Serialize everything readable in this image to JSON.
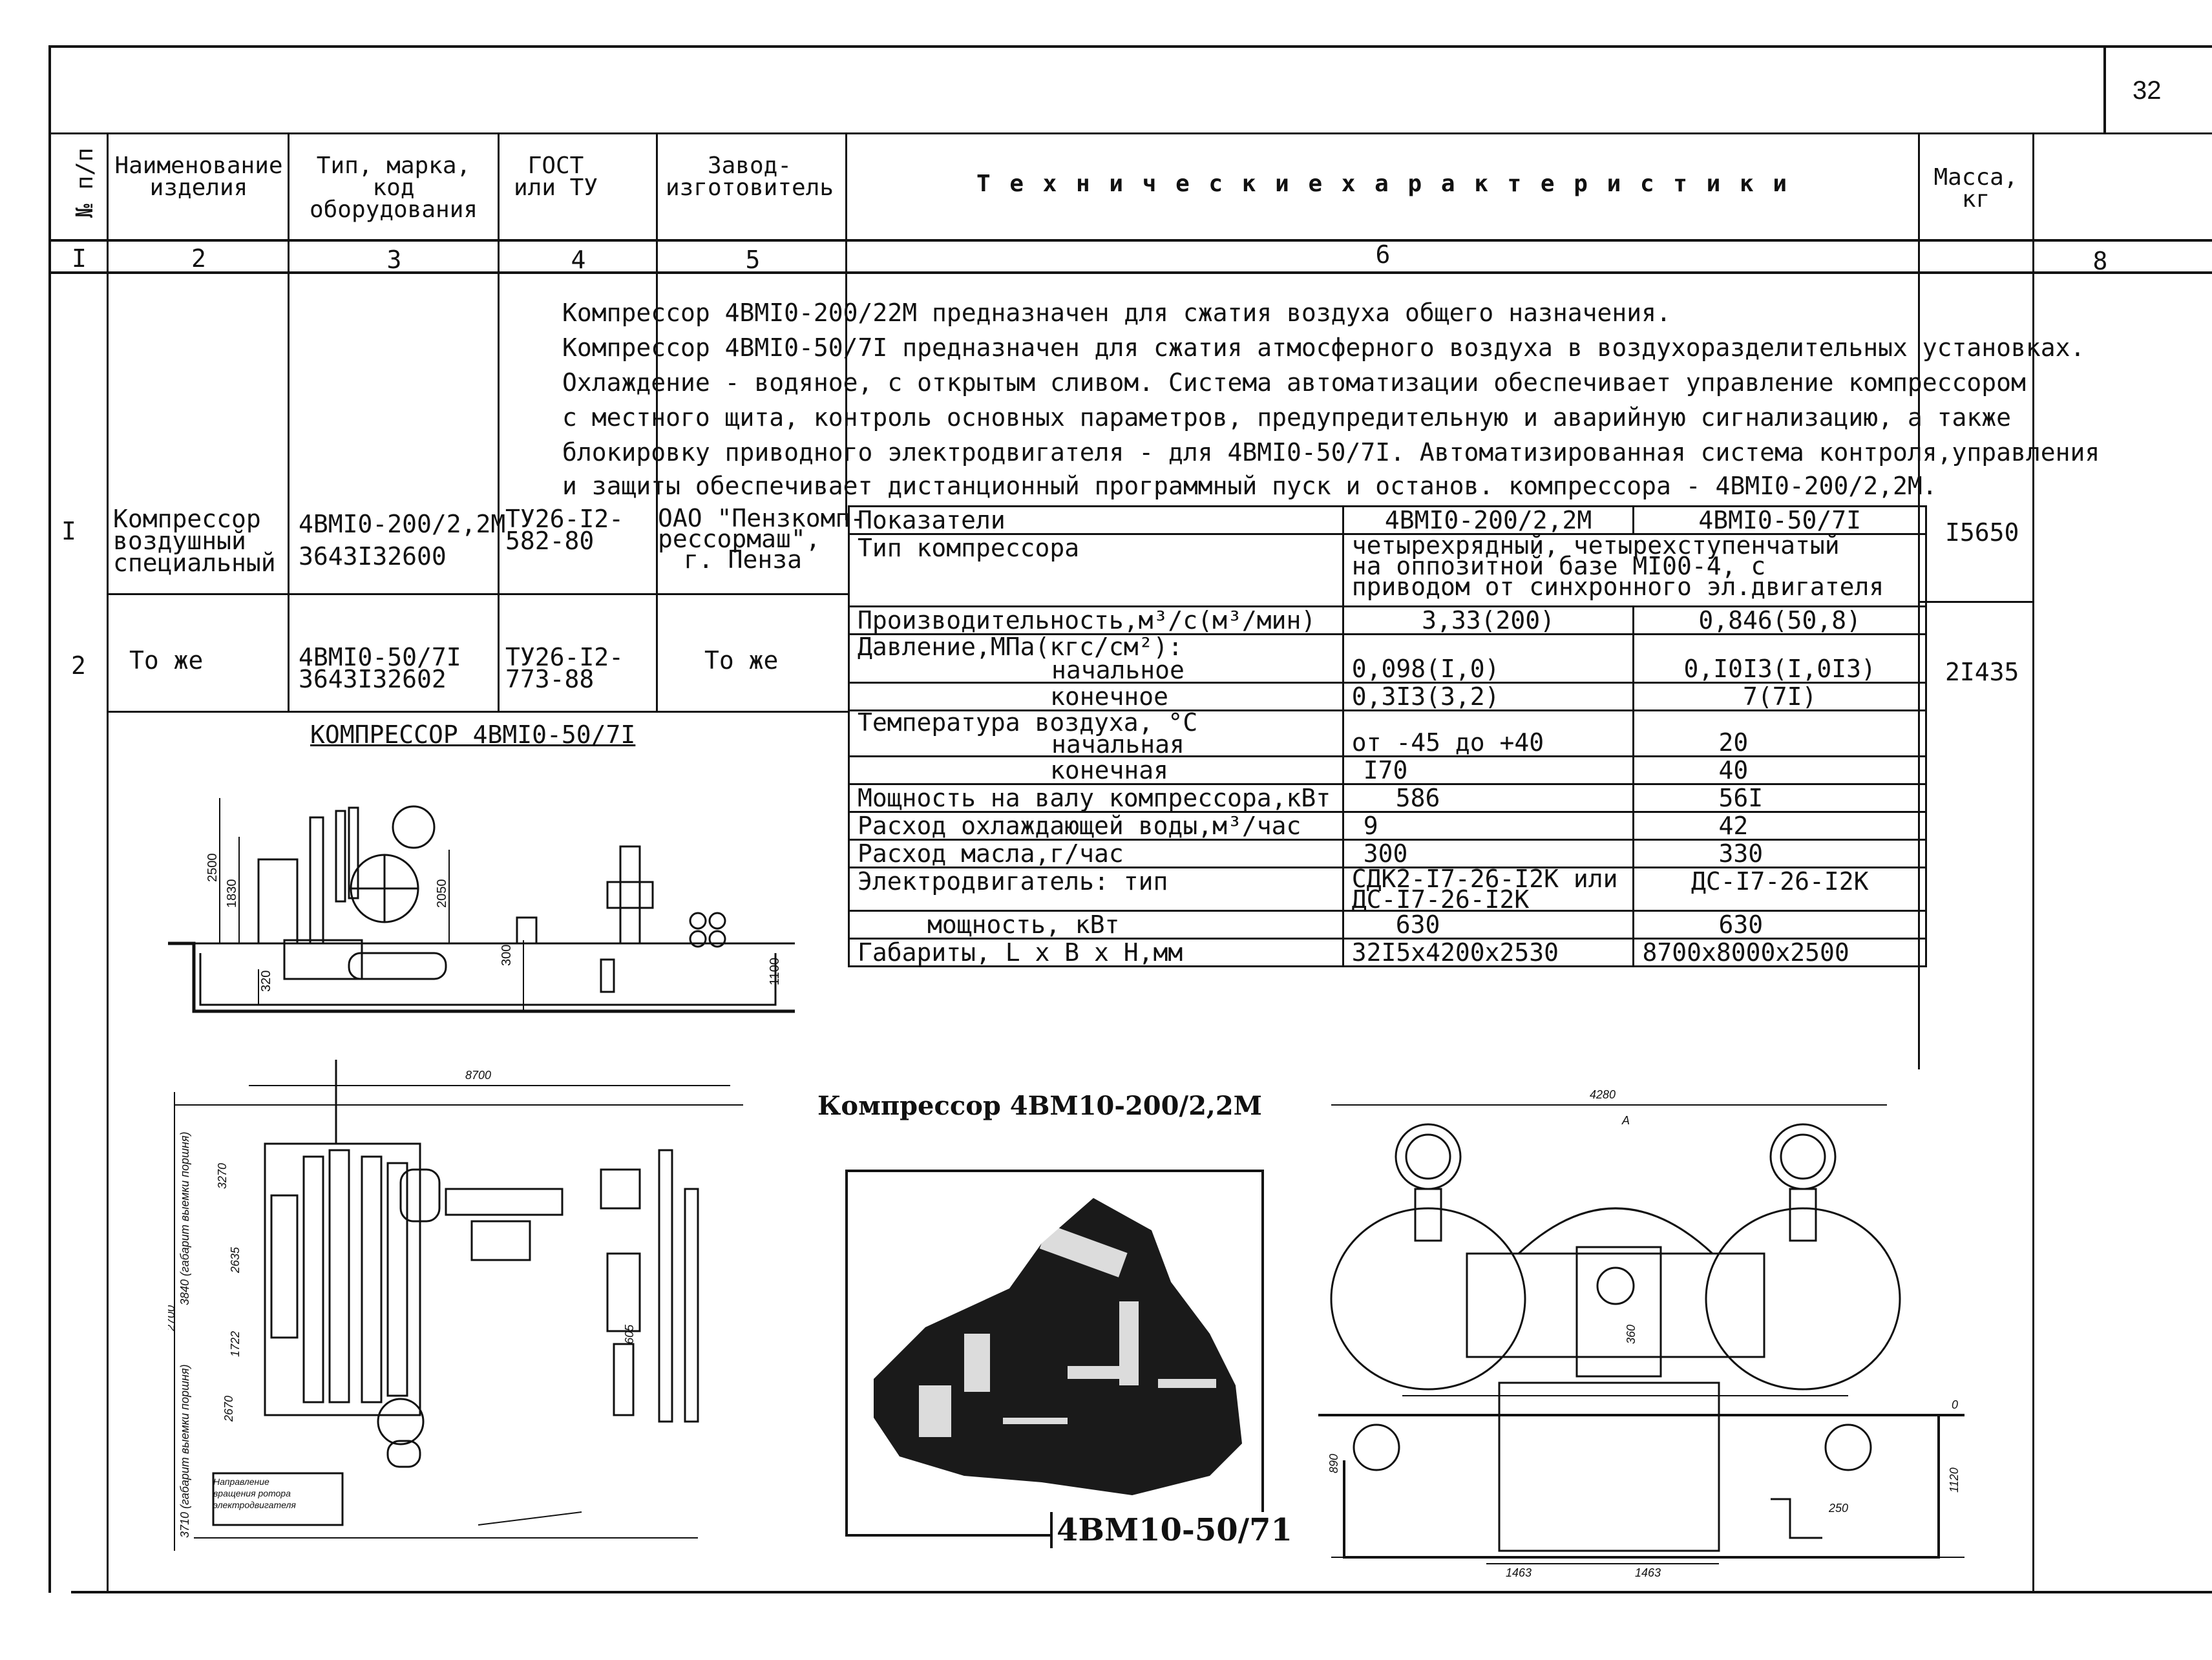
{
  "page_number": "32",
  "headers": {
    "col1": "№ п/п",
    "col2": "Наименование изделия",
    "col3": "Тип, марка, код оборудования",
    "col4": "ГОСТ или ТУ",
    "col5": "Завод- изготовитель",
    "col6": "Т е х н и ч е с к и е   х а р а к т е р и с т и к и",
    "col7": "Масса, кг"
  },
  "col_numbers": [
    "I",
    "2",
    "3",
    "4",
    "5",
    "6",
    "8"
  ],
  "description": [
    "Компрессор 4ВМI0-200/22М предназначен для сжатия воздуха общего назначения.",
    "Компрессор 4ВМI0-50/7I предназначен  для сжатия атмосферного воздуха в воздухоразделительных установках.",
    "Охлаждение - водяное, с открытым сливом. Система  автоматизации обеспечивает управление компрессором",
    "с местного щита, контроль основных параметров, предупредительную и аварийную сигнализацию, а также",
    "блокировку приводного электродвигателя - для 4ВМI0-50/7I. Автоматизированная система контроля,управления",
    "и защиты обеспечивает дистанционный программный пуск и останов. компрессора - 4ВМI0-200/2,2М."
  ],
  "rows": [
    {
      "num": "I",
      "name": [
        "Компрессор",
        "воздушный",
        "специальный"
      ],
      "type": [
        "4ВМI0-200/2,2М",
        "3643I32600"
      ],
      "gost": [
        "ТУ26-I2-",
        "582-80"
      ],
      "maker": [
        "ОАО \"Пензкомп-",
        "рессормаш\",",
        "г. Пенза"
      ],
      "mass": "I5650"
    },
    {
      "num": "2",
      "name": [
        "То же"
      ],
      "type": [
        "4ВМI0-50/7I",
        "3643I32602"
      ],
      "gost": [
        "ТУ26-I2-",
        "773-88"
      ],
      "maker": [
        "То же"
      ],
      "mass": "2I435"
    }
  ],
  "spec_table": {
    "headers": [
      "Показатели",
      "4ВМI0-200/2,2М",
      "4ВМI0-50/7I"
    ],
    "type_label": "Тип компрессора",
    "type_value": [
      "четырехрядный, четырехступенчатый",
      "на оппозитной базе МI00-4, с",
      "приводом от синхронного эл.двигателя"
    ],
    "productivity": {
      "label": "Производительность,м³/с(м³/мин)",
      "v1": "3,33(200)",
      "v2": "0,846(50,8)"
    },
    "pressure_label": "Давление,МПа(кгс/см²):",
    "pressure_initial": {
      "label": "начальное",
      "v1": "0,098(I,0)",
      "v2": "0,I0I3(I,0I3)"
    },
    "pressure_final": {
      "label": "конечное",
      "v1": "0,3I3(3,2)",
      "v2": "7(7I)"
    },
    "temp_label": "Температура воздуха, °С",
    "temp_initial": {
      "label": "начальная",
      "v1": "от -45 до +40",
      "v2": "20"
    },
    "temp_final": {
      "label": "конечная",
      "v1": "I70",
      "v2": "40"
    },
    "power_shaft": {
      "label": "Мощность на валу компрессора,кВт",
      "v1": "586",
      "v2": "56I"
    },
    "water": {
      "label": "Расход охлаждающей воды,м³/час",
      "v1": "9",
      "v2": "42"
    },
    "oil": {
      "label": "Расход масла,г/час",
      "v1": "300",
      "v2": "330"
    },
    "motor_type": {
      "label": "Электродвигатель: тип",
      "v1": [
        "СДК2-I7-26-I2К или",
        "ДС-I7-26-I2К"
      ],
      "v2": "ДС-I7-26-I2К"
    },
    "motor_power": {
      "label": "мощность, кВт",
      "v1": "630",
      "v2": "630"
    },
    "dims": {
      "label": "Габариты, L x В x Н,мм",
      "v1": "32I5x4200x2530",
      "v2": "8700x8000x2500"
    }
  },
  "drawing_labels": {
    "compressor_50_title": "КОМПРЕССОР  4ВМI0-50/7I",
    "compressor_200_title": "Компрессор   4ВМ10-200/2,2М",
    "photo_caption": "4ВМ10-50/71",
    "dims_side": [
      "2500",
      "1830",
      "2050",
      "320",
      "300",
      "1100"
    ],
    "dims_plan": [
      "8700",
      "3840 (габарит выемки поршня)",
      "2635",
      "2700",
      "1722",
      "2670",
      "3710 (габарит выемки поршня)",
      "605",
      "3270"
    ],
    "plan_note": [
      "Направление",
      "вращения ротора",
      "электродвигателя"
    ],
    "dims_front": [
      "4280",
      "A",
      "0",
      "890",
      "1120",
      "250",
      "1463",
      "1463",
      "360"
    ]
  }
}
